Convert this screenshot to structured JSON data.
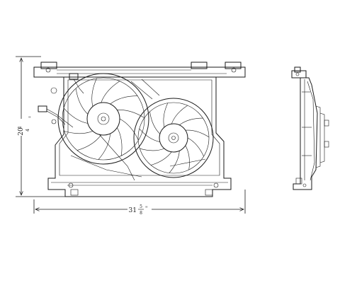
{
  "drawing": {
    "height_dimension": {
      "whole": "20",
      "fraction_num": "1",
      "fraction_den": "4",
      "unit": "\""
    },
    "width_dimension": {
      "whole": "31",
      "fraction_num": "5",
      "fraction_den": "8",
      "unit": "\""
    }
  }
}
